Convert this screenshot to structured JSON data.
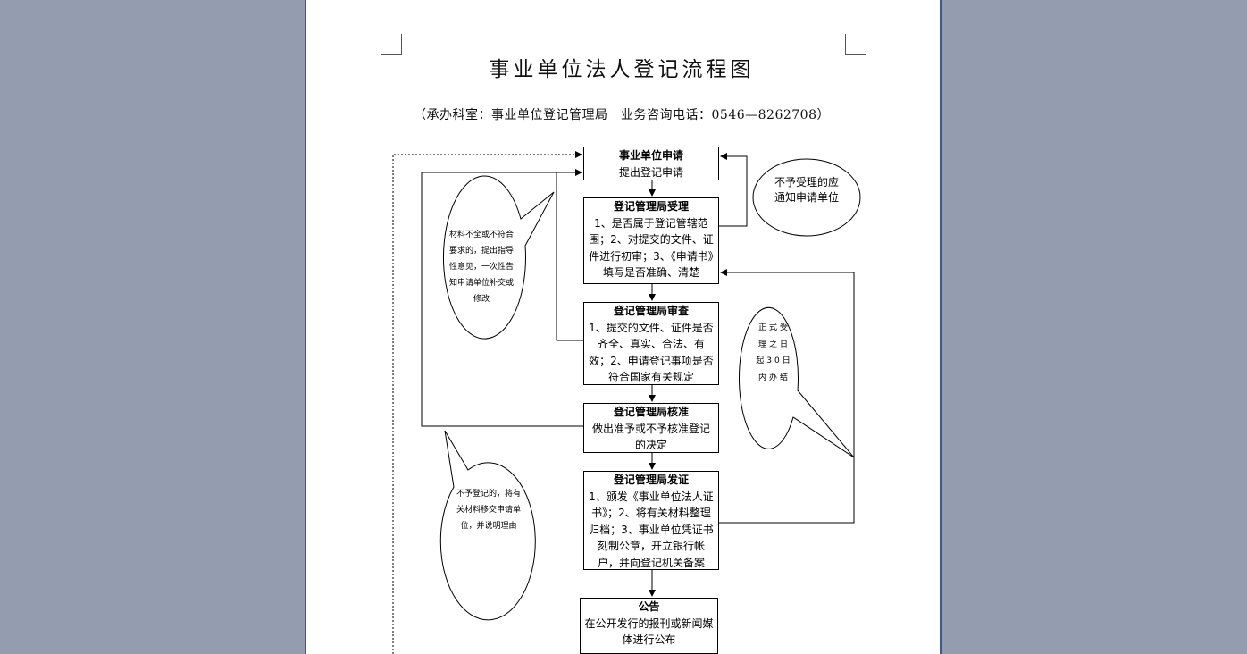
{
  "document": {
    "title": "事业单位法人登记流程图",
    "subtitle": "（承办科室：事业单位登记管理局　业务咨询电话：0546—8262708）"
  },
  "flow": {
    "step1": {
      "title": "事业单位申请",
      "body": "提出登记申请"
    },
    "step2": {
      "title": "登记管理局受理",
      "body": "1、是否属于登记管辖范围；2、对提交的文件、证件进行初审；3、《申请书》填写是否准确、清楚"
    },
    "step3": {
      "title": "登记管理局审查",
      "body": "1、提交的文件、证件是否齐全、真实、合法、有效；2、申请登记事项是否符合国家有关规定"
    },
    "step4": {
      "title": "登记管理局核准",
      "body": "做出准予或不予核准登记的决定"
    },
    "step5": {
      "title": "登记管理局发证",
      "body": "1、颁发《事业单位法人证书》；2、将有关材料整理归档；3、事业单位凭证书刻制公章，开立银行帐户，并向登记机关备案"
    },
    "step6": {
      "title": "公告",
      "body": "在公开发行的报刊或新闻媒体进行公布"
    }
  },
  "callouts": {
    "reject_notice": "不予受理的应通知申请单位",
    "incomplete_materials": "材料不全或不符合要求的，提出指导性意见，一次性告知申请单位补交或修改",
    "deadline": "正式受理之日起30日内办结",
    "not_registered": "不予登记的，将有关材料移交申请单位，并说明理由"
  }
}
